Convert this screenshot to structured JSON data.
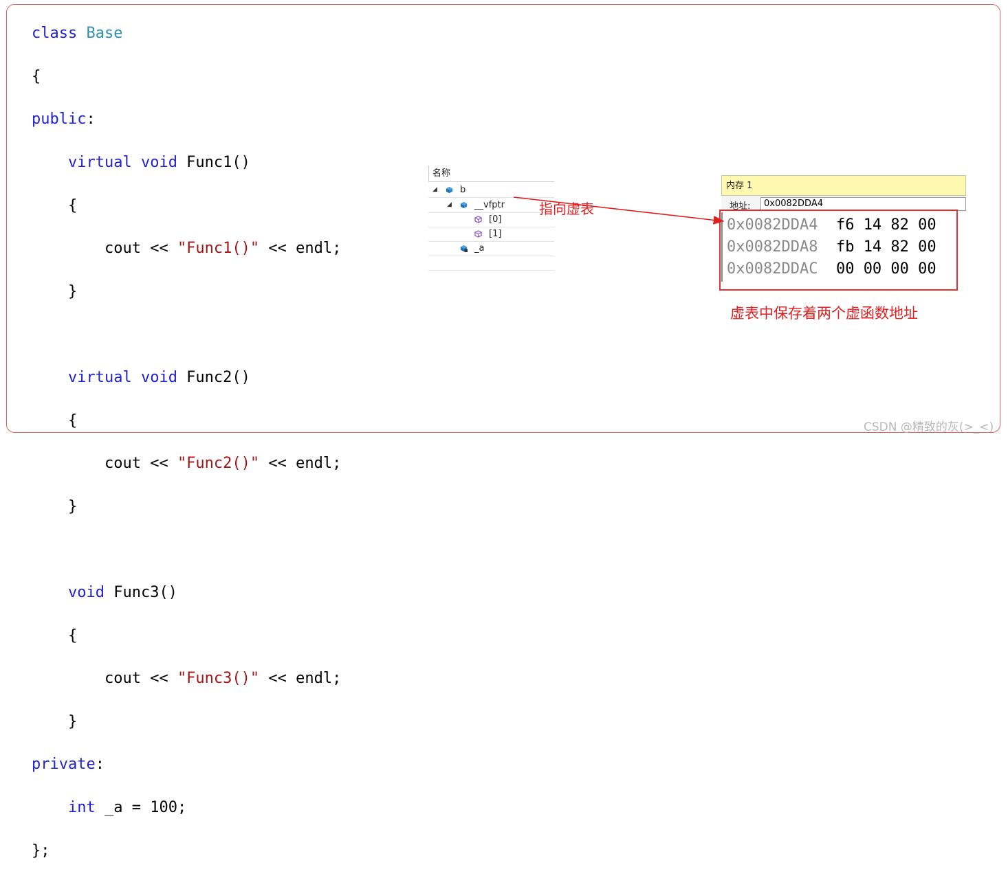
{
  "code": {
    "l1_kw": "class",
    "l1_name": "Base",
    "l2": "{",
    "l3_kw": "public",
    "l3_colon": ":",
    "f1_virtual": "virtual",
    "f1_void": "void",
    "f1_name": " Func1()",
    "f1_open": "{",
    "f1_cout": "cout << ",
    "f1_str": "\"Func1()\"",
    "f1_end": " << endl;",
    "f1_close": "}",
    "f2_virtual": "virtual",
    "f2_void": "void",
    "f2_name": " Func2()",
    "f2_open": "{",
    "f2_cout": "cout << ",
    "f2_str": "\"Func2()\"",
    "f2_end": " << endl;",
    "f2_close": "}",
    "f3_void": "void",
    "f3_name": " Func3()",
    "f3_open": "{",
    "f3_cout": "cout << ",
    "f3_str": "\"Func3()\"",
    "f3_end": " << endl;",
    "f3_close": "}",
    "priv_kw": "private",
    "priv_colon": ":",
    "int_kw": "int",
    "int_rest": " _a = 100;",
    "end": "};"
  },
  "watch": {
    "header": "名称",
    "items": [
      {
        "label": "b"
      },
      {
        "label": "__vfptr"
      },
      {
        "label": "[0]"
      },
      {
        "label": "[1]"
      },
      {
        "label": "_a"
      }
    ]
  },
  "memory": {
    "title": "内存 1",
    "address_label": "地址:",
    "address_value": "0x0082DDA4",
    "rows": [
      {
        "addr": "0x0082DDA4",
        "bytes": "f6 14 82 00"
      },
      {
        "addr": "0x0082DDA8",
        "bytes": "fb 14 82 00"
      },
      {
        "addr": "0x0082DDAC",
        "bytes": "00 00 00 00"
      }
    ]
  },
  "annotations": {
    "pointer_label": "指向虚表",
    "table_note": "虚表中保存着两个虚函数地址",
    "color": "#e02020"
  },
  "watermark": "CSDN @精致的灰(>_<)"
}
